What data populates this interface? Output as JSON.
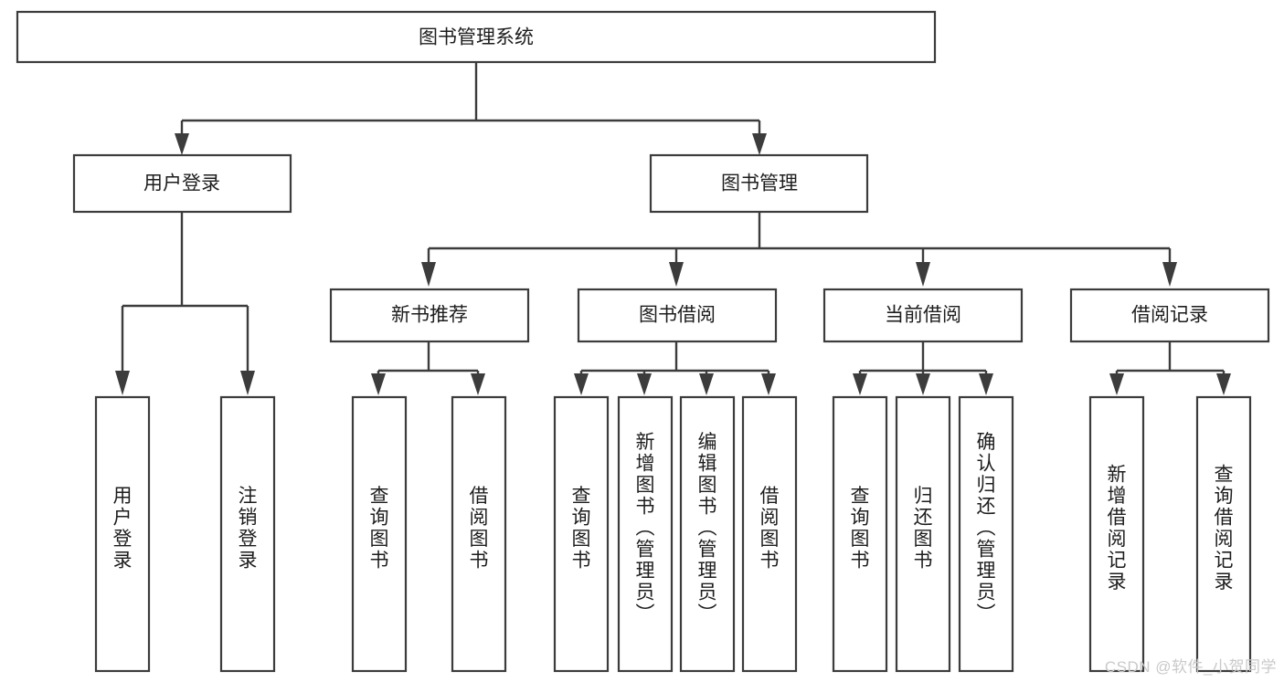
{
  "diagram": {
    "type": "tree-hierarchy-chart",
    "title": "图书管理系统",
    "background_color": "#ffffff",
    "box_stroke_color": "#3c3c3c",
    "box_fill_color": "#ffffff",
    "text_color": "#1d1d1d",
    "root": {
      "id": "root",
      "label": "图书管理系统",
      "orientation": "horizontal"
    },
    "level1": [
      {
        "id": "l1-user-login",
        "label": "用户登录",
        "orientation": "horizontal"
      },
      {
        "id": "l1-book-manage",
        "label": "图书管理",
        "orientation": "horizontal"
      }
    ],
    "level2": [
      {
        "id": "l2-new-book-recommend",
        "label": "新书推荐",
        "orientation": "horizontal",
        "parent": "l1-book-manage"
      },
      {
        "id": "l2-book-borrow",
        "label": "图书借阅",
        "orientation": "horizontal",
        "parent": "l1-book-manage"
      },
      {
        "id": "l2-current-borrow",
        "label": "当前借阅",
        "orientation": "horizontal",
        "parent": "l1-book-manage"
      },
      {
        "id": "l2-borrow-record",
        "label": "借阅记录",
        "orientation": "horizontal",
        "parent": "l1-book-manage"
      }
    ],
    "leaves": [
      {
        "id": "leaf-user-login",
        "label": "用户登录",
        "orientation": "vertical",
        "parent": "l1-user-login"
      },
      {
        "id": "leaf-logout-login",
        "label": "注销登录",
        "orientation": "vertical",
        "parent": "l1-user-login"
      },
      {
        "id": "leaf-query-book-1",
        "label": "查询图书",
        "orientation": "vertical",
        "parent": "l2-new-book-recommend"
      },
      {
        "id": "leaf-borrow-book-1",
        "label": "借阅图书",
        "orientation": "vertical",
        "parent": "l2-new-book-recommend"
      },
      {
        "id": "leaf-query-book-2",
        "label": "查询图书",
        "orientation": "vertical",
        "parent": "l2-book-borrow"
      },
      {
        "id": "leaf-add-book",
        "label": "新增图书（管理员）",
        "orientation": "vertical",
        "parent": "l2-book-borrow"
      },
      {
        "id": "leaf-edit-book",
        "label": "编辑图书（管理员）",
        "orientation": "vertical",
        "parent": "l2-book-borrow"
      },
      {
        "id": "leaf-borrow-book-2",
        "label": "借阅图书",
        "orientation": "vertical",
        "parent": "l2-book-borrow"
      },
      {
        "id": "leaf-query-book-3",
        "label": "查询图书",
        "orientation": "vertical",
        "parent": "l2-current-borrow"
      },
      {
        "id": "leaf-return-book",
        "label": "归还图书",
        "orientation": "vertical",
        "parent": "l2-current-borrow"
      },
      {
        "id": "leaf-confirm-return",
        "label": "确认归还（管理员）",
        "orientation": "vertical",
        "parent": "l2-current-borrow"
      },
      {
        "id": "leaf-add-borrow-record",
        "label": "新增借阅记录",
        "orientation": "vertical",
        "parent": "l2-borrow-record"
      },
      {
        "id": "leaf-query-borrow-record",
        "label": "查询借阅记录",
        "orientation": "vertical",
        "parent": "l2-borrow-record"
      }
    ]
  },
  "watermark": {
    "text": "CSDN @软件_小贺同学"
  }
}
